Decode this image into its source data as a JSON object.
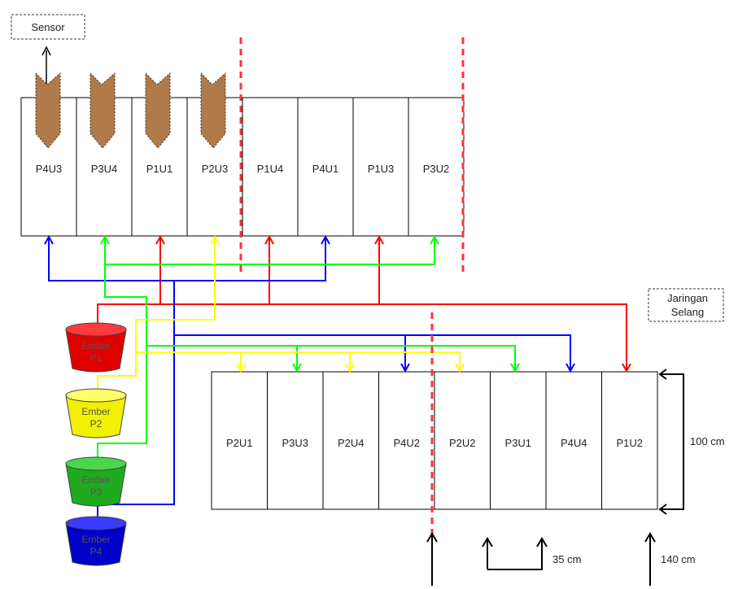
{
  "labels": {
    "sensor": "Sensor",
    "network_line1": "Jaringan",
    "network_line2": "Selang",
    "dim_height": "100 cm",
    "dim_spacing": "35 cm",
    "dim_row_gap": "140 cm"
  },
  "top_row": [
    "P4U3",
    "P3U4",
    "P1U1",
    "P2U3",
    "P1U4",
    "P4U1",
    "P1U3",
    "P3U2"
  ],
  "bottom_row": [
    "P2U1",
    "P3U3",
    "P2U4",
    "P4U2",
    "P2U2",
    "P3U1",
    "P4U4",
    "P1U2"
  ],
  "buckets": [
    {
      "line1": "Ember",
      "line2": "P1",
      "color": "#ff0000",
      "rim": "#ff3b3b",
      "body": "#e00000"
    },
    {
      "line1": "Ember",
      "line2": "P2",
      "color": "#ffff00",
      "rim": "#ffff66",
      "body": "#f0f000"
    },
    {
      "line1": "Ember",
      "line2": "P3",
      "color": "#00ff00",
      "rim": "#4cd64c",
      "body": "#1faa1f"
    },
    {
      "line1": "Ember",
      "line2": "P4",
      "color": "#0000ff",
      "rim": "#3b3bff",
      "body": "#0000c8"
    }
  ],
  "hose_colors": {
    "red": "#ff0000",
    "yellow": "#ffff00",
    "green": "#00ff00",
    "blue": "#0000ff"
  },
  "divider_color": "#ff3333"
}
